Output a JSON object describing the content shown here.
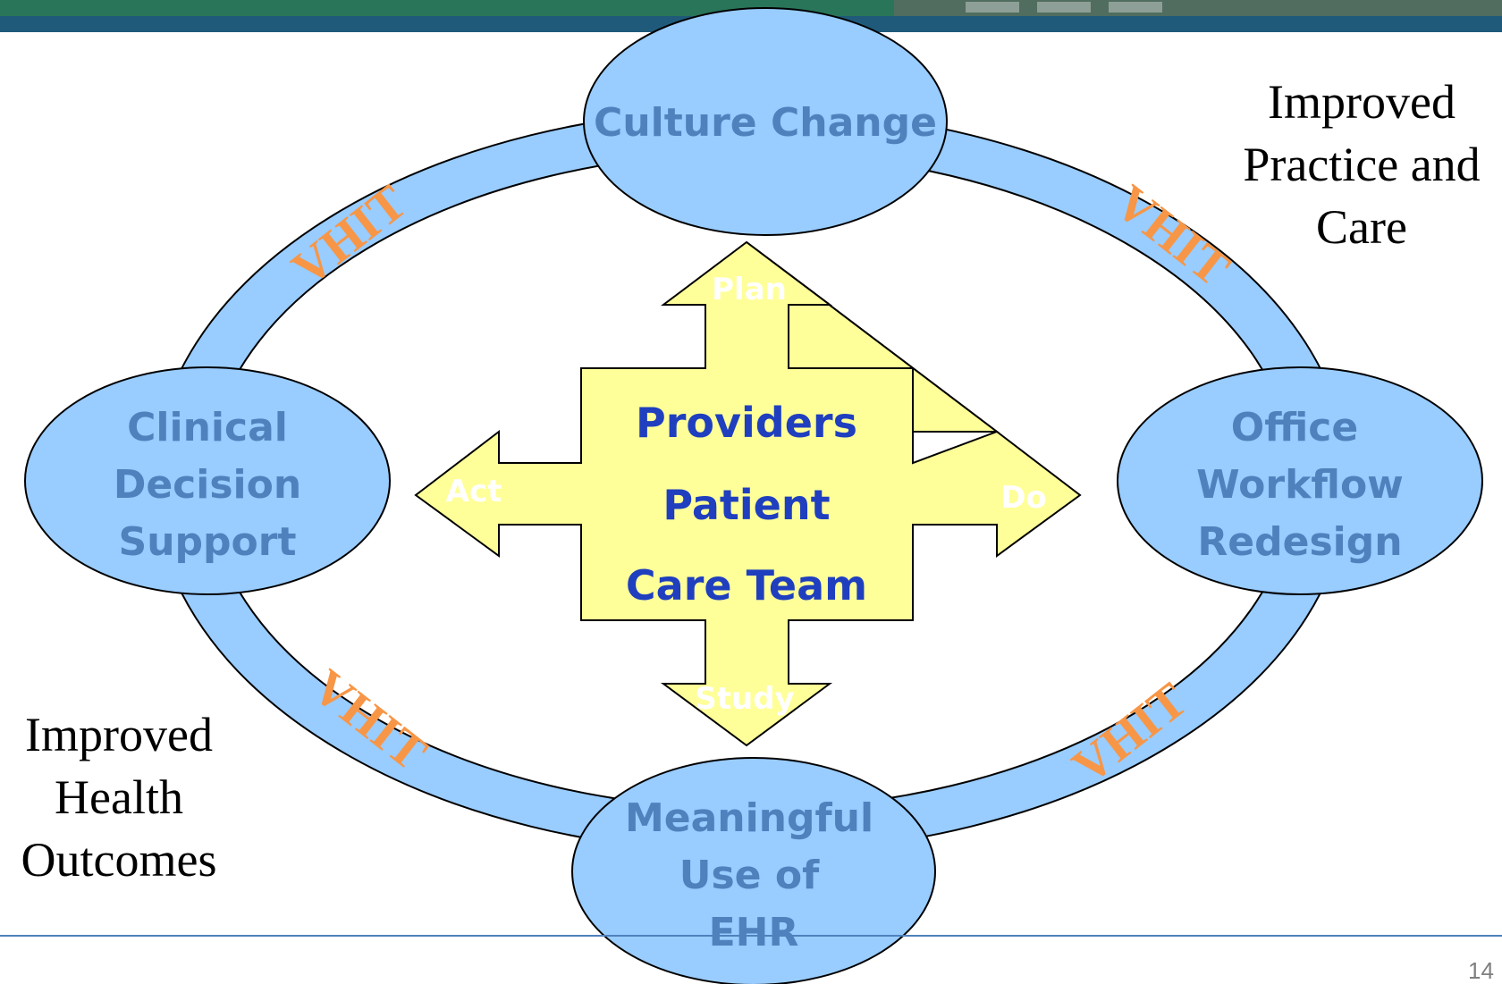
{
  "header": {
    "band_color": "#1f5a7a",
    "image_colors": [
      "#1c6e4a",
      "#3a8f5a",
      "#6a7a6a"
    ]
  },
  "ring": {
    "fill": "#99ccff",
    "stroke": "#000000",
    "vhit_label": "VHIT",
    "vhit_color": "#f79646"
  },
  "nodes": {
    "top": {
      "lines": [
        "Culture Change"
      ]
    },
    "left": {
      "lines": [
        "Clinical",
        "Decision",
        "Support"
      ]
    },
    "right": {
      "lines": [
        "Office",
        "Workflow",
        "Redesign"
      ]
    },
    "bottom": {
      "lines": [
        "Meaningful",
        "Use of",
        "EHR"
      ]
    },
    "fill": "#99ccff",
    "text_color": "#4f81bd"
  },
  "center": {
    "lines": [
      "Providers",
      "Patient",
      "Care Team"
    ],
    "fill": "#ffff99",
    "text_color": "#1f3fbf"
  },
  "arrows": {
    "up": "Plan",
    "right": "Do",
    "down": "Study",
    "left": "Act"
  },
  "side_labels": {
    "top_right": [
      "Improved",
      "Practice and",
      "Care"
    ],
    "bottom_left": [
      "Improved",
      "Health",
      "Outcomes"
    ]
  },
  "footer": {
    "page_number": "14",
    "line_color": "#4f81bd"
  }
}
